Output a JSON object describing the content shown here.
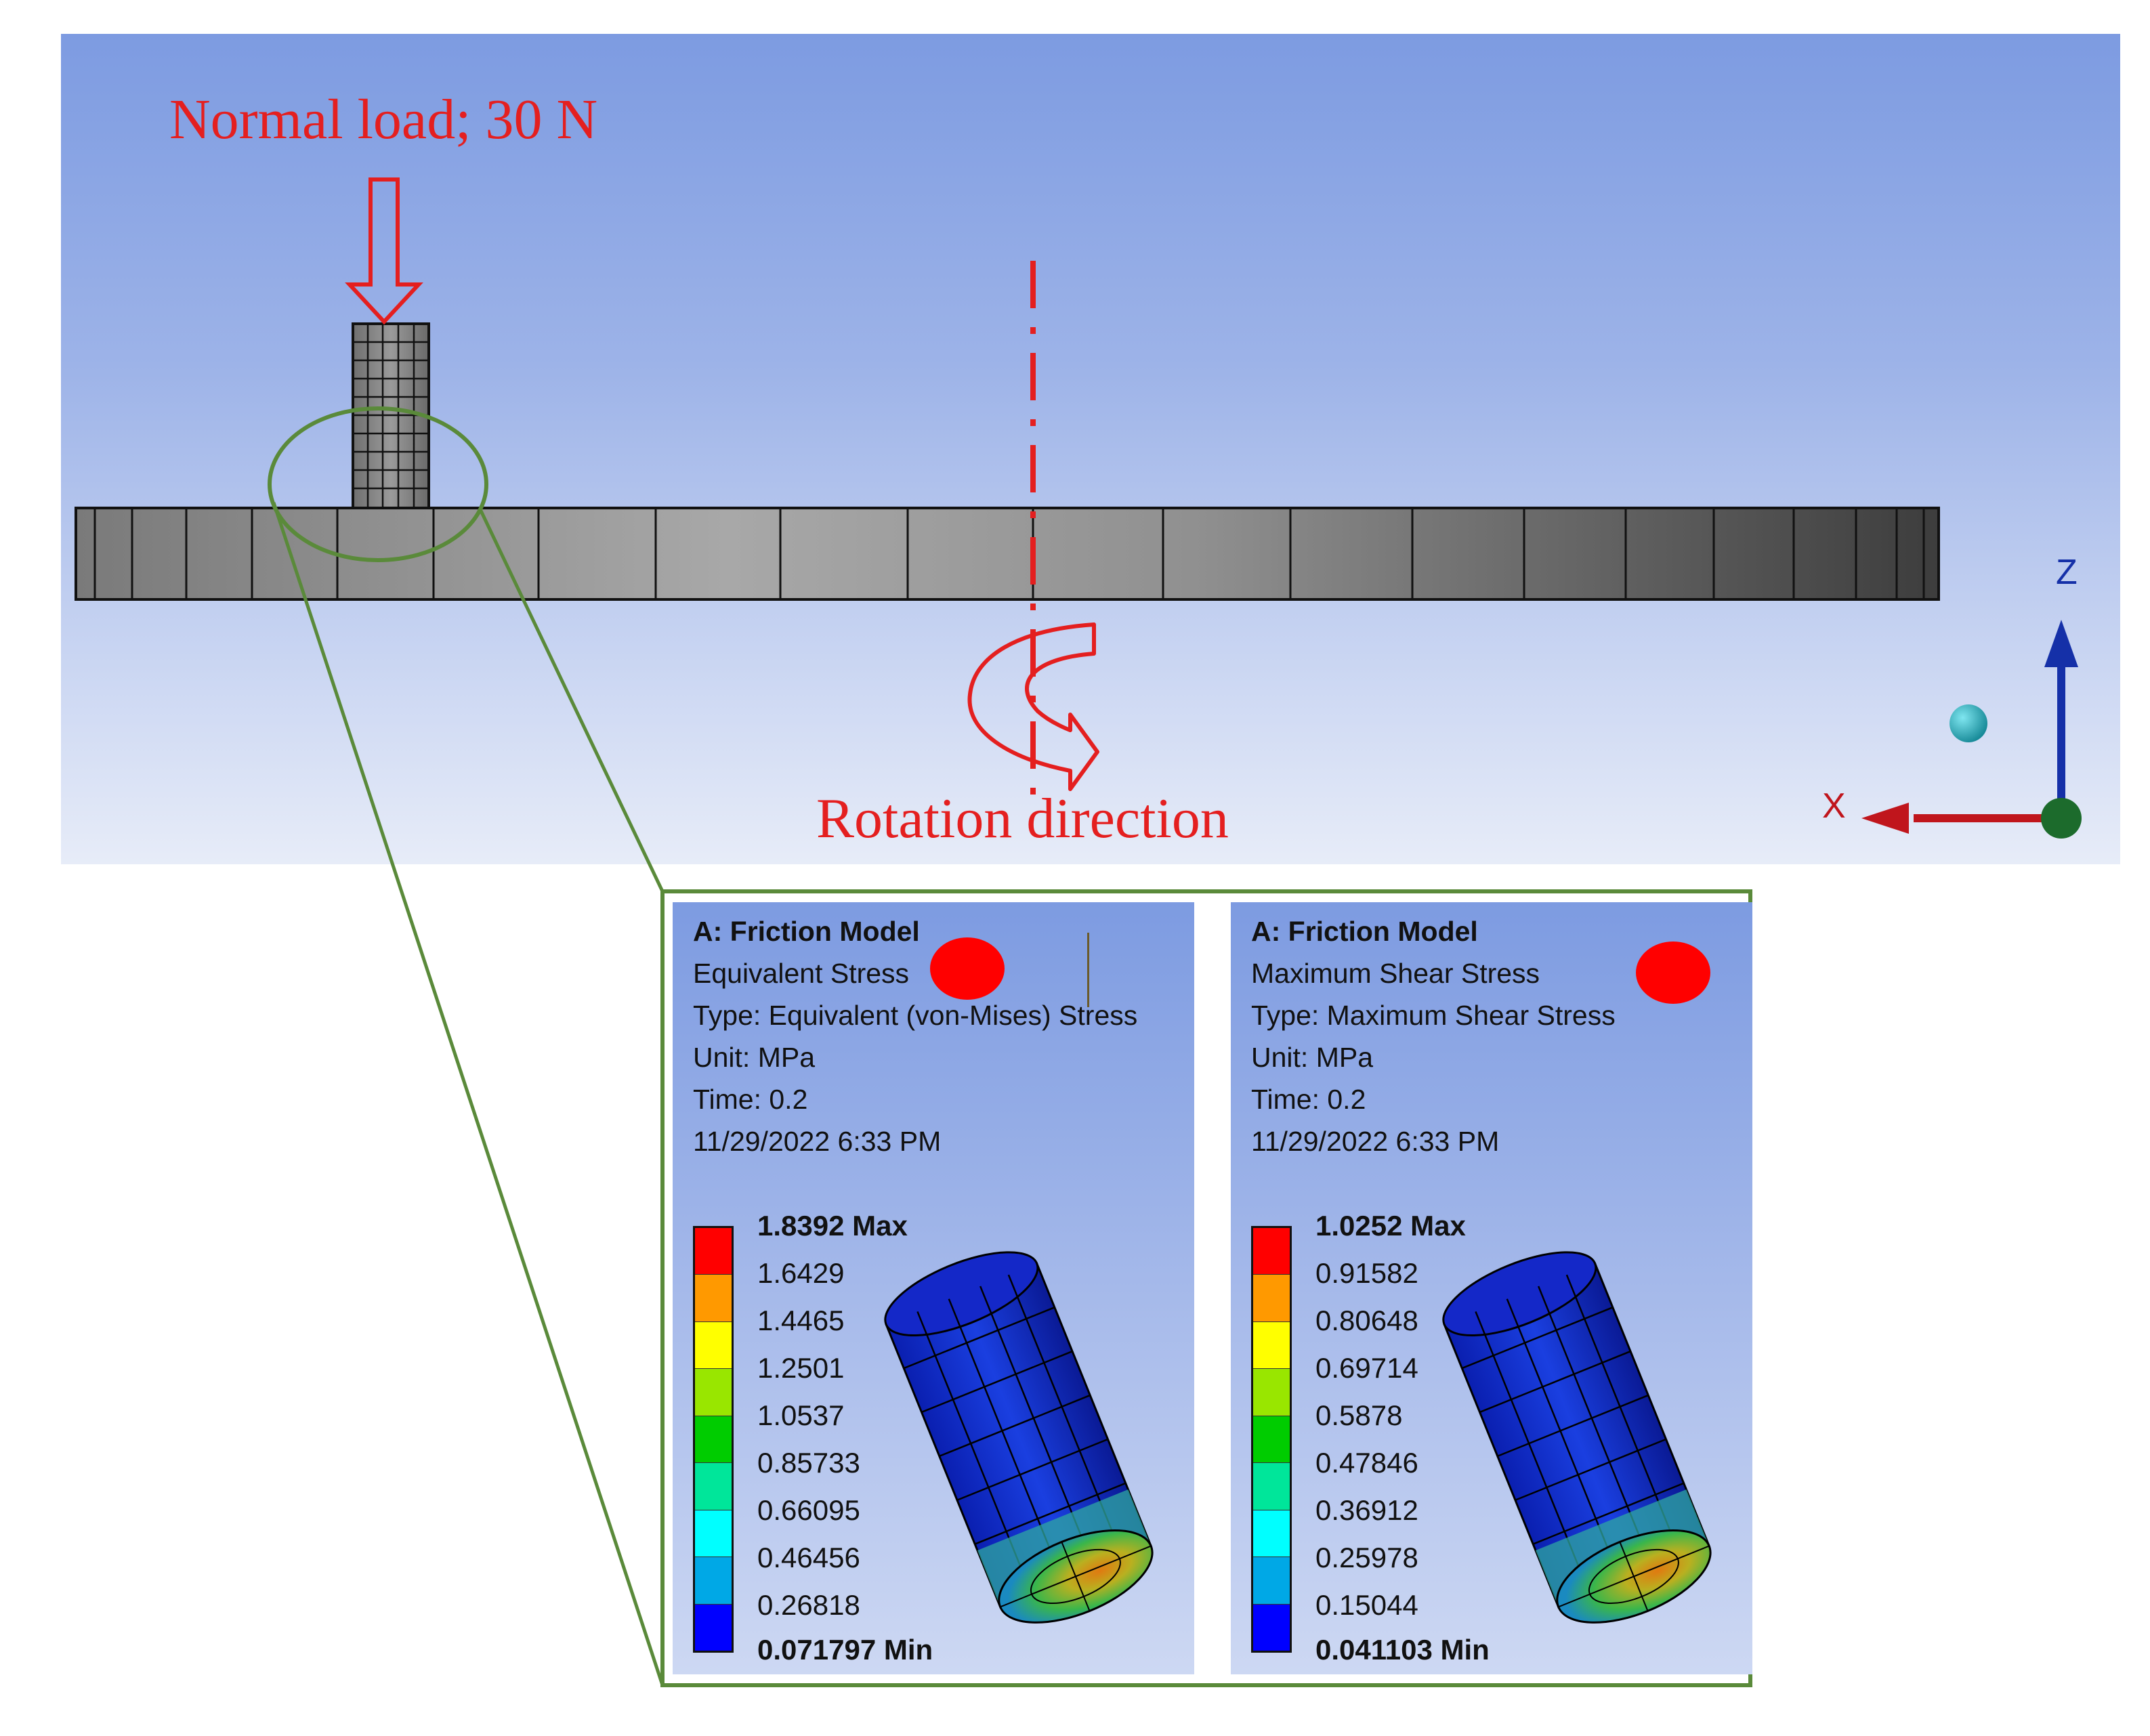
{
  "annotations": {
    "normal_load": "Normal load; 30 N",
    "rotation_direction": "Rotation direction"
  },
  "triad": {
    "z": "Z",
    "x": "X"
  },
  "colors": {
    "annotation_red": "#e41f1f",
    "callout_green": "#5a8a3a",
    "triad_z": "#1530a8",
    "triad_x": "#c0151c",
    "triad_origin": "#1c6b2c",
    "iso_ball": "#21a8b8"
  },
  "legend_colors": [
    "#ff0000",
    "#ff9900",
    "#ffff00",
    "#99e600",
    "#00cc00",
    "#00e69a",
    "#00ffff",
    "#00a8e6",
    "#0000ff"
  ],
  "panels": [
    {
      "title": "A: Friction Model",
      "result": "Equivalent Stress",
      "type": "Type: Equivalent (von-Mises) Stress",
      "unit": "Unit: MPa",
      "time": "Time: 0.2",
      "date": "11/29/2022 6:33 PM",
      "ticks": [
        "1.8392 Max",
        "1.6429",
        "1.4465",
        "1.2501",
        "1.0537",
        "0.85733",
        "0.66095",
        "0.46456",
        "0.26818",
        "0.071797 Min"
      ]
    },
    {
      "title": "A: Friction Model",
      "result": "Maximum Shear Stress",
      "type": "Type: Maximum Shear Stress",
      "unit": "Unit: MPa",
      "time": "Time: 0.2",
      "date": "11/29/2022 6:33 PM",
      "ticks": [
        "1.0252 Max",
        "0.91582",
        "0.80648",
        "0.69714",
        "0.5878",
        "0.47846",
        "0.36912",
        "0.25978",
        "0.15044",
        "0.041103 Min"
      ]
    }
  ]
}
